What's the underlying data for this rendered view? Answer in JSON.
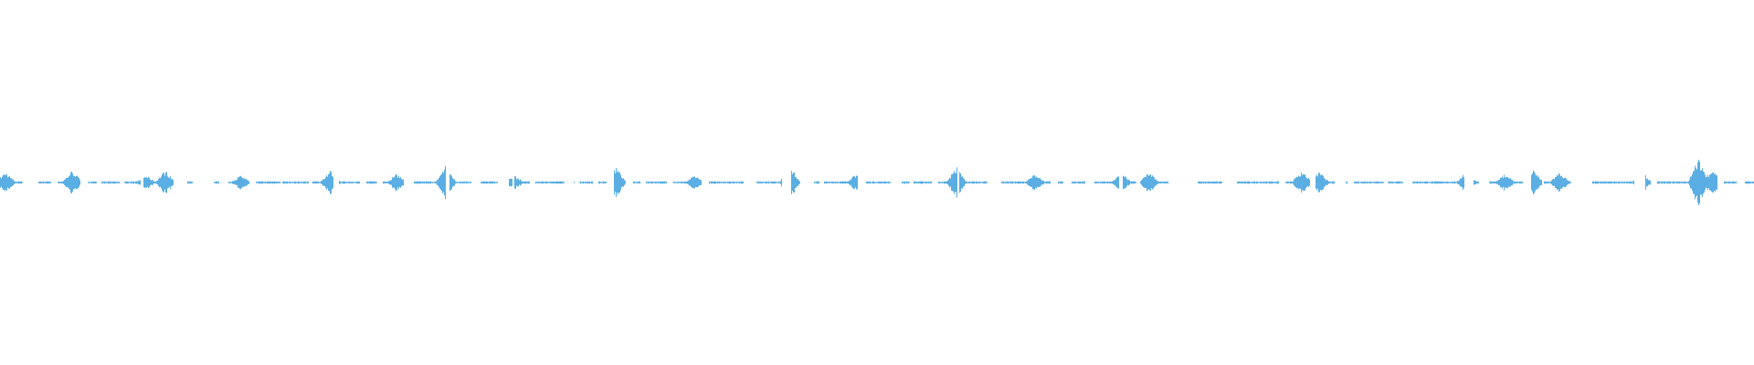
{
  "waveform": {
    "color": "#5aaee3",
    "background": "#ffffff",
    "duration": 1,
    "segments": [
      [
        0.0,
        0.013
      ],
      [
        0.022,
        0.029
      ],
      [
        0.033,
        0.046
      ],
      [
        0.05,
        0.055
      ],
      [
        0.058,
        0.068
      ],
      [
        0.071,
        0.08
      ],
      [
        0.082,
        0.099
      ],
      [
        0.107,
        0.11
      ],
      [
        0.122,
        0.125
      ],
      [
        0.13,
        0.142
      ],
      [
        0.146,
        0.16
      ],
      [
        0.161,
        0.176
      ],
      [
        0.178,
        0.19
      ],
      [
        0.193,
        0.205
      ],
      [
        0.209,
        0.215
      ],
      [
        0.218,
        0.23
      ],
      [
        0.236,
        0.254
      ],
      [
        0.256,
        0.269
      ],
      [
        0.274,
        0.284
      ],
      [
        0.29,
        0.292
      ],
      [
        0.293,
        0.302
      ],
      [
        0.305,
        0.322
      ],
      [
        0.327,
        0.327
      ],
      [
        0.33,
        0.338
      ],
      [
        0.341,
        0.346
      ],
      [
        0.35,
        0.357
      ],
      [
        0.361,
        0.365
      ],
      [
        0.368,
        0.38
      ],
      [
        0.384,
        0.4
      ],
      [
        0.404,
        0.424
      ],
      [
        0.431,
        0.446
      ],
      [
        0.451,
        0.456
      ],
      [
        0.464,
        0.467
      ],
      [
        0.47,
        0.489
      ],
      [
        0.494,
        0.508
      ],
      [
        0.514,
        0.519
      ],
      [
        0.521,
        0.531
      ],
      [
        0.535,
        0.546
      ],
      [
        0.547,
        0.563
      ],
      [
        0.571,
        0.599
      ],
      [
        0.603,
        0.606
      ],
      [
        0.611,
        0.619
      ],
      [
        0.624,
        0.638
      ],
      [
        0.64,
        0.648
      ],
      [
        0.65,
        0.666
      ],
      [
        0.683,
        0.697
      ],
      [
        0.705,
        0.729
      ],
      [
        0.733,
        0.747
      ],
      [
        0.75,
        0.761
      ],
      [
        0.767,
        0.768
      ],
      [
        0.772,
        0.789
      ],
      [
        0.791,
        0.8
      ],
      [
        0.805,
        0.835
      ],
      [
        0.84,
        0.843
      ],
      [
        0.849,
        0.868
      ],
      [
        0.873,
        0.879
      ],
      [
        0.88,
        0.896
      ],
      [
        0.908,
        0.932
      ],
      [
        0.938,
        0.941
      ],
      [
        0.945,
        0.962
      ],
      [
        0.962,
        0.979
      ],
      [
        0.983,
        0.99
      ],
      [
        0.995,
        1.0
      ]
    ],
    "bursts": [
      {
        "t": 0.003,
        "a": 0.06
      },
      {
        "t": 0.041,
        "a": 0.07
      },
      {
        "t": 0.083,
        "a": 0.04
      },
      {
        "t": 0.094,
        "a": 0.07
      },
      {
        "t": 0.137,
        "a": 0.04
      },
      {
        "t": 0.188,
        "a": 0.07
      },
      {
        "t": 0.226,
        "a": 0.05
      },
      {
        "t": 0.254,
        "a": 0.1
      },
      {
        "t": 0.293,
        "a": 0.04
      },
      {
        "t": 0.351,
        "a": 0.09
      },
      {
        "t": 0.396,
        "a": 0.04
      },
      {
        "t": 0.45,
        "a": 0.1
      },
      {
        "t": 0.488,
        "a": 0.05
      },
      {
        "t": 0.545,
        "a": 0.09
      },
      {
        "t": 0.59,
        "a": 0.05
      },
      {
        "t": 0.639,
        "a": 0.06
      },
      {
        "t": 0.655,
        "a": 0.06
      },
      {
        "t": 0.742,
        "a": 0.07
      },
      {
        "t": 0.752,
        "a": 0.06
      },
      {
        "t": 0.836,
        "a": 0.07
      },
      {
        "t": 0.858,
        "a": 0.05
      },
      {
        "t": 0.874,
        "a": 0.07
      },
      {
        "t": 0.889,
        "a": 0.06
      },
      {
        "t": 0.936,
        "a": 0.06
      },
      {
        "t": 0.968,
        "a": 0.14
      },
      {
        "t": 0.976,
        "a": 0.08
      }
    ]
  }
}
